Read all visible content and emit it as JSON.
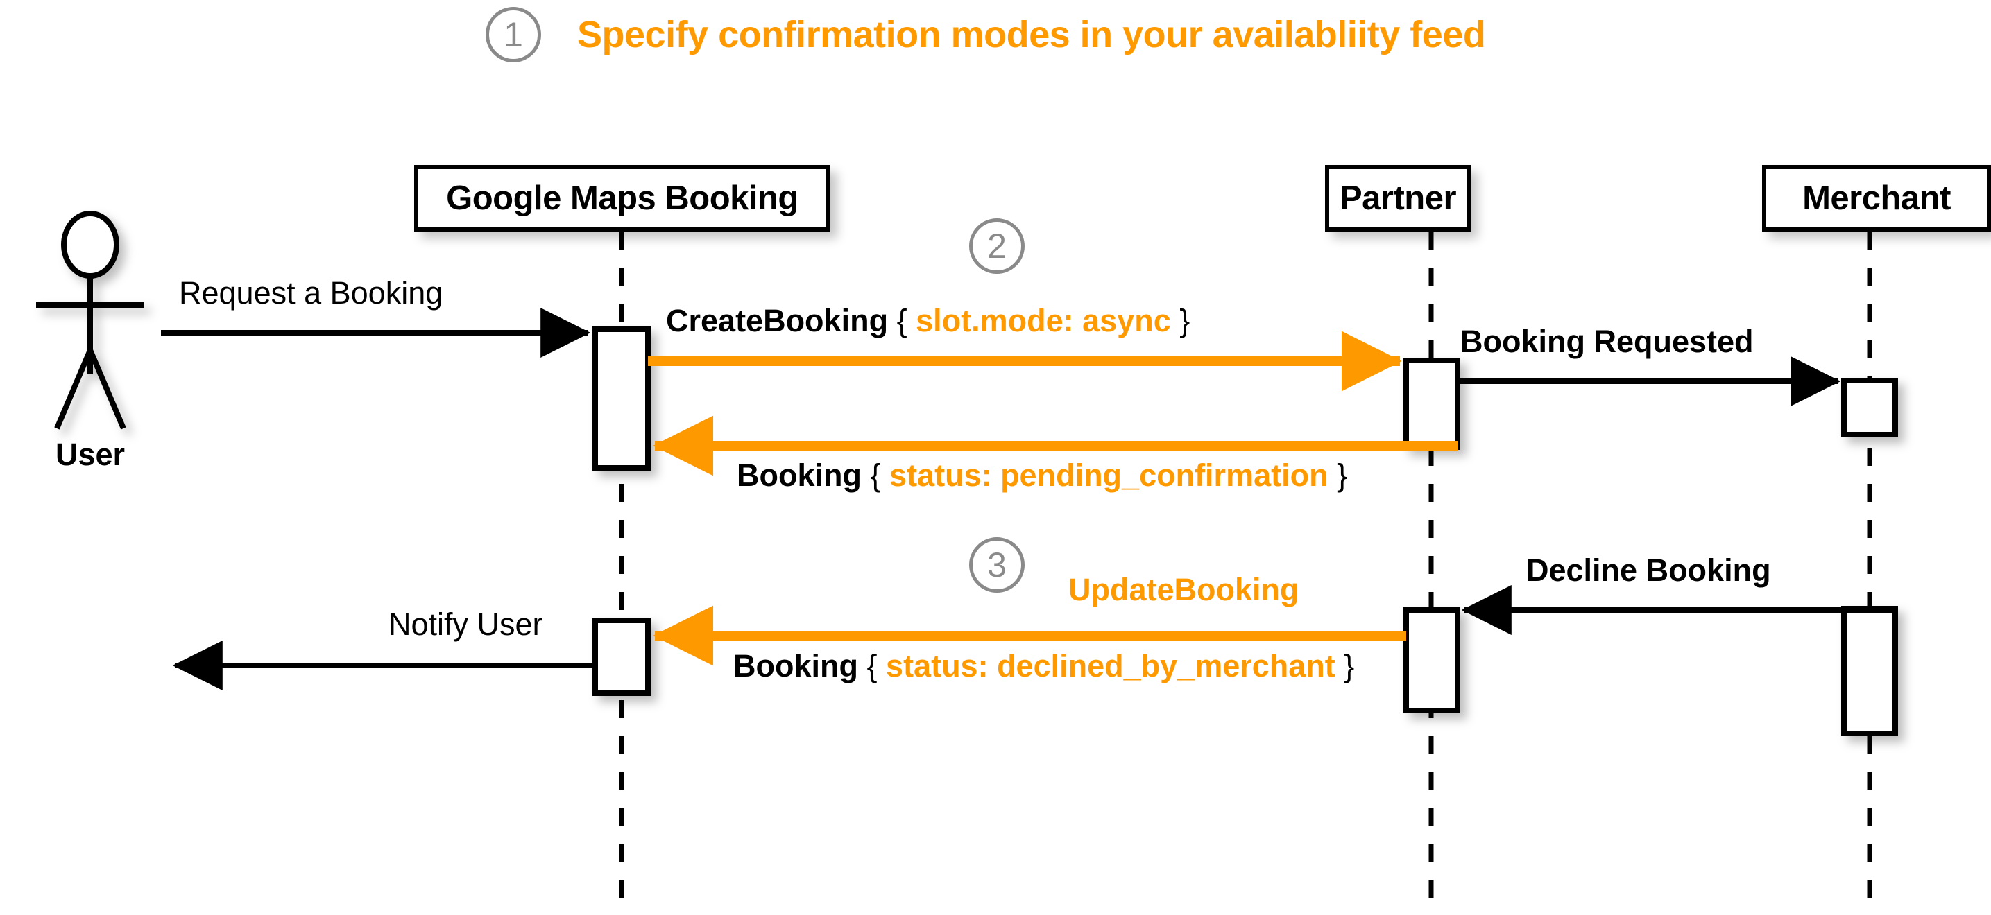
{
  "title": {
    "step": "1",
    "text": "Specify confirmation modes in your availabliity feed"
  },
  "colors": {
    "accent_orange": "#ff9900",
    "step_badge_gray": "#8a8a8a",
    "stroke_black": "#000000",
    "background": "#ffffff"
  },
  "steps": {
    "two": "2",
    "three": "3"
  },
  "actor": {
    "label": "User",
    "icon": "stick-figure-actor-icon"
  },
  "participants": [
    {
      "id": "gmb",
      "label": "Google Maps Booking"
    },
    {
      "id": "partner",
      "label": "Partner"
    },
    {
      "id": "merchant",
      "label": "Merchant"
    }
  ],
  "messages": [
    {
      "id": "request-a-booking",
      "text": "Request a Booking",
      "from": "User",
      "to": "Google Maps Booking",
      "color": "black",
      "style": "plain",
      "direction": "right"
    },
    {
      "id": "create-booking",
      "name": "CreateBooking",
      "open_brace": "{",
      "payload": "slot.mode: async",
      "close_brace": "}",
      "from": "Google Maps Booking",
      "to": "Partner",
      "color": "orange",
      "direction": "right"
    },
    {
      "id": "booking-requested",
      "text": "Booking Requested",
      "from": "Partner",
      "to": "Merchant",
      "color": "black",
      "style": "bold",
      "direction": "right"
    },
    {
      "id": "booking-pending-confirmation",
      "name": "Booking",
      "open_brace": "{",
      "payload": "status: pending_confirmation",
      "close_brace": "}",
      "from": "Partner",
      "to": "Google Maps Booking",
      "color": "orange",
      "direction": "left"
    },
    {
      "id": "decline-booking",
      "text": "Decline Booking",
      "from": "Merchant",
      "to": "Partner",
      "color": "black",
      "style": "bold",
      "direction": "left"
    },
    {
      "id": "update-booking",
      "name": "UpdateBooking",
      "from": "Partner",
      "to": "Google Maps Booking",
      "color": "orange",
      "direction": "left"
    },
    {
      "id": "booking-declined-by-merchant",
      "name": "Booking",
      "open_brace": "{",
      "payload": "status: declined_by_merchant",
      "close_brace": "}",
      "from": "Partner",
      "to": "Google Maps Booking",
      "color": "orange",
      "direction": "left"
    },
    {
      "id": "notify-user",
      "text": "Notify User",
      "from": "Google Maps Booking",
      "to": "User",
      "color": "black",
      "style": "plain",
      "direction": "left"
    }
  ]
}
